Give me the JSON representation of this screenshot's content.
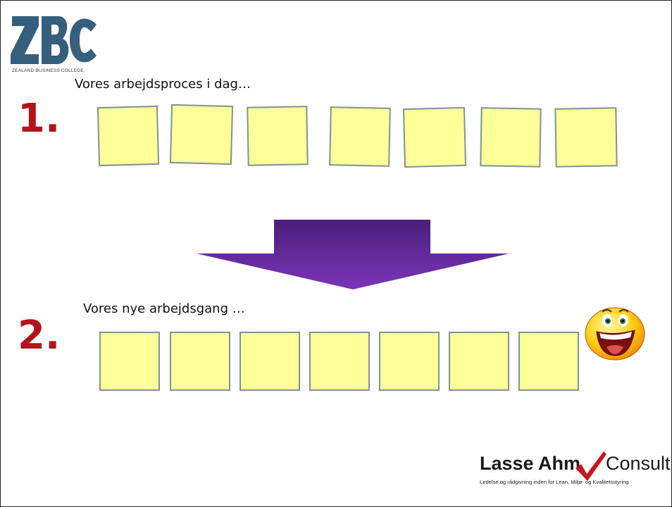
{
  "logo_zbc": {
    "letters": "ZBC",
    "subtitle": "ZEALAND BUSINESS COLLEGE",
    "color": "#355f7d"
  },
  "step1": {
    "number": "1.",
    "heading": "Vores arbejdsproces i dag…",
    "note_count": 7
  },
  "step2": {
    "number": "2.",
    "heading": "Vores nye arbejdsgang …",
    "note_count": 7
  },
  "arrow": {
    "color": "#6b2fa6",
    "direction": "down",
    "icon": "down-arrow-icon"
  },
  "smiley": {
    "icon": "laughing-smiley-icon"
  },
  "logo_consult": {
    "name": "Lasse Ahm",
    "word": "Consult",
    "tagline": "Ledelse og rådgivning inden for Lean, Miljø- og Kvalitetsstyring",
    "check_color": "#c8161d"
  },
  "colors": {
    "note_fill": "#ffff99",
    "note_border": "#7e9394",
    "number_red": "#b3141b"
  }
}
